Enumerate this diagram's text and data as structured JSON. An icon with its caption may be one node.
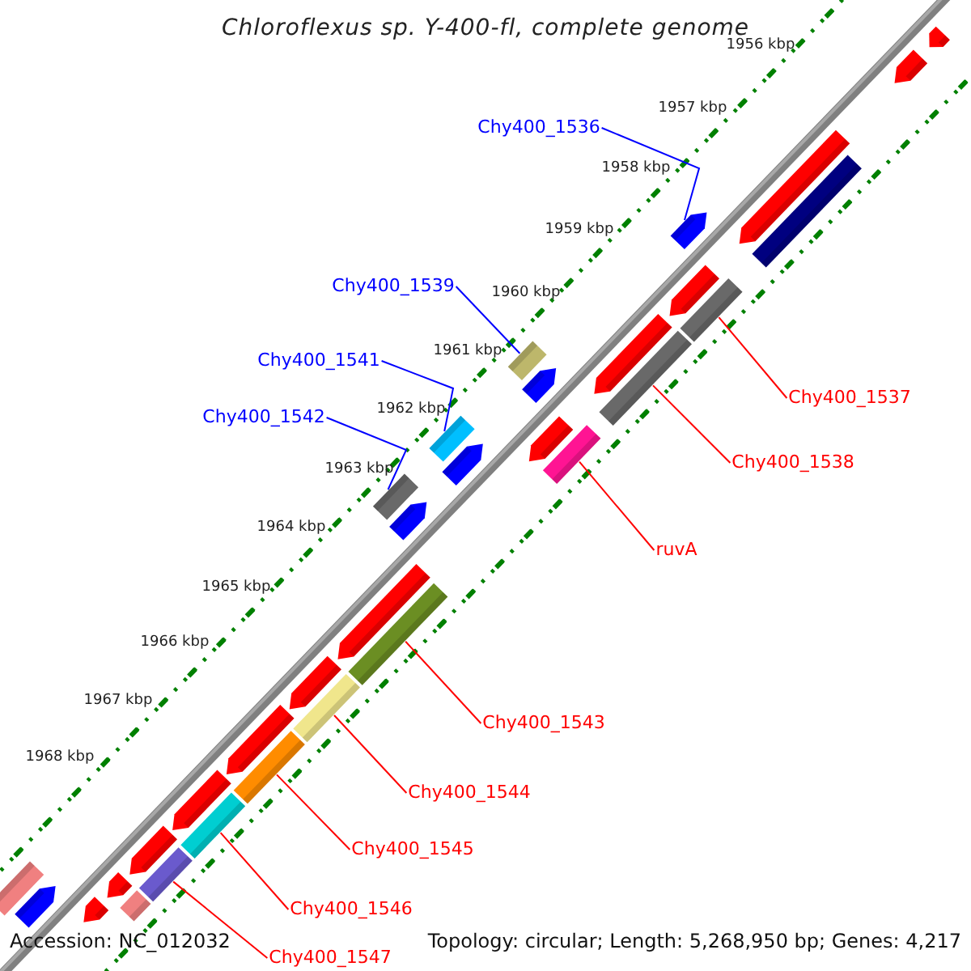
{
  "diagram": {
    "title": "Chloroflexus sp. Y-400-fl, complete genome",
    "nodes": [
      {
        "text": [
          "Chy400_1536"
        ]
      },
      {
        "text": [
          "Chy400_1539"
        ]
      },
      {
        "text": [
          "Chy400_1541"
        ]
      },
      {
        "text": [
          "Chy400_1537"
        ]
      },
      {
        "text": [
          "Chy400_1542"
        ]
      },
      {
        "text": [
          "Chy400_1538"
        ]
      },
      {
        "text": [
          "ruvA"
        ]
      },
      {
        "text": [
          "Chy400_1543"
        ]
      },
      {
        "text": [
          "Chy400_1544"
        ]
      },
      {
        "text": [
          "Chy400_1545"
        ]
      },
      {
        "text": [
          "Chy400_1546"
        ]
      },
      {
        "text": [
          "Chy400_1547"
        ]
      },
      {
        "text": [],
        "shape": "pentagon"
      },
      {
        "text": [],
        "shape": "bar"
      },
      {
        "text": [],
        "shape": "bar"
      },
      {
        "text": [],
        "shape": "bar"
      },
      {
        "text": [],
        "shape": "bar"
      },
      {
        "text": [],
        "shape": "bar"
      },
      {
        "text": [],
        "shape": "bar"
      },
      {
        "text": [],
        "shape": "bar"
      },
      {
        "text": [],
        "shape": "bar"
      },
      {
        "text": [],
        "shape": "bar"
      },
      {
        "text": [],
        "shape": "bar"
      },
      {
        "text": [],
        "shape": "bar"
      },
      {
        "text": [],
        "shape": "pentagon"
      },
      {
        "text": [],
        "shape": "pentagon"
      },
      {
        "text": [],
        "shape": "pentagon"
      },
      {
        "text": [],
        "shape": "pentagon"
      },
      {
        "text": [],
        "shape": "pentagon"
      },
      {
        "text": [],
        "shape": "pentagon"
      },
      {
        "text": [],
        "shape": "pentagon"
      },
      {
        "text": [],
        "shape": "pentagon"
      },
      {
        "text": [],
        "shape": "pentagon"
      },
      {
        "text": [],
        "shape": "pentagon"
      },
      {
        "text": [],
        "shape": "pentagon"
      },
      {
        "text": [],
        "shape": "pentagon"
      },
      {
        "text": [],
        "shape": "pentagon"
      },
      {
        "text": [],
        "shape": "bar"
      },
      {
        "text": [],
        "shape": "bar"
      },
      {
        "text": [],
        "shape": "pentagon"
      },
      {
        "text": [],
        "shape": "pentagon"
      },
      {
        "text": [],
        "shape": "pentagon"
      },
      {
        "text": [],
        "shape": "pentagon"
      },
      {
        "text": [],
        "shape": "bar"
      }
    ],
    "edges": [
      {
        "from": 0,
        "to": 12,
        "arrow": "none",
        "color": "#0000ff"
      },
      {
        "from": 1,
        "to": 13,
        "arrow": "none",
        "color": "#0000ff"
      },
      {
        "from": 2,
        "to": 14,
        "arrow": "none",
        "color": "#0000ff"
      },
      {
        "from": 3,
        "to": 15,
        "arrow": "none"
      },
      {
        "from": 4,
        "to": 16,
        "arrow": "none",
        "color": "#0000ff"
      },
      {
        "from": 5,
        "to": 17,
        "arrow": "none"
      },
      {
        "from": 6,
        "to": 18,
        "arrow": "none"
      },
      {
        "from": 7,
        "to": 19,
        "arrow": "none"
      },
      {
        "from": 8,
        "to": 20,
        "arrow": "none"
      },
      {
        "from": 9,
        "to": 21,
        "arrow": "none"
      },
      {
        "from": 10,
        "to": 22,
        "arrow": "none"
      },
      {
        "from": 11,
        "to": 23,
        "arrow": "none"
      }
    ],
    "labels": [
      "1956 kbp",
      "1957 kbp",
      "1958 kbp",
      "1959 kbp",
      "1960 kbp",
      "1961 kbp",
      "1962 kbp",
      "1963 kbp",
      "1964 kbp",
      "1965 kbp",
      "1966 kbp",
      "1967 kbp",
      "1968 kbp",
      "Accession: NC_012032",
      "Topology: circular; Length: 5,268,950 bp; Genes: 4,217"
    ]
  }
}
